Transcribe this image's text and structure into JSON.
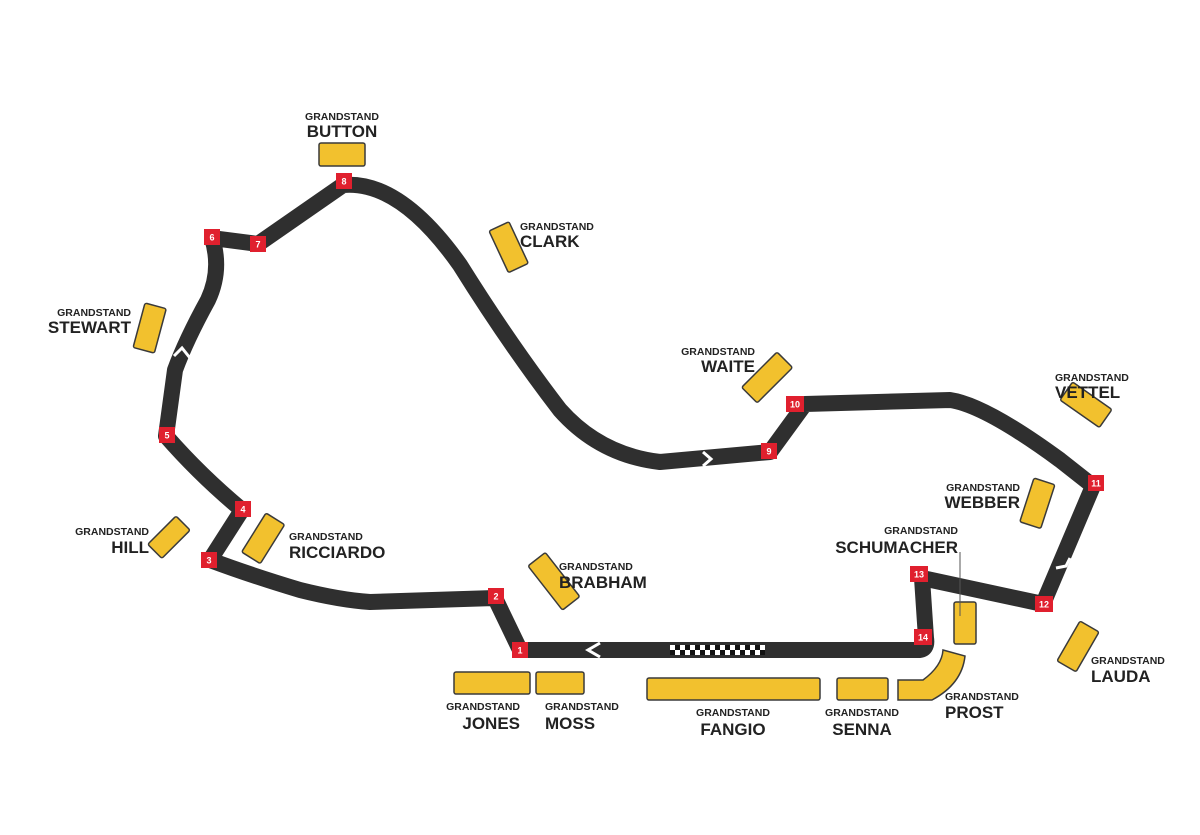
{
  "grandstand_kicker": "GRANDSTAND",
  "grandstands": [
    {
      "id": "button",
      "name": "BUTTON"
    },
    {
      "id": "clark",
      "name": "CLARK"
    },
    {
      "id": "stewart",
      "name": "STEWART"
    },
    {
      "id": "waite",
      "name": "WAITE"
    },
    {
      "id": "vettel",
      "name": "VETTEL"
    },
    {
      "id": "webber",
      "name": "WEBBER"
    },
    {
      "id": "hill",
      "name": "HILL"
    },
    {
      "id": "ricciardo",
      "name": "RICCIARDO"
    },
    {
      "id": "schumacher",
      "name": "SCHUMACHER"
    },
    {
      "id": "brabham",
      "name": "BRABHAM"
    },
    {
      "id": "lauda",
      "name": "LAUDA"
    },
    {
      "id": "jones",
      "name": "JONES"
    },
    {
      "id": "moss",
      "name": "MOSS"
    },
    {
      "id": "fangio",
      "name": "FANGIO"
    },
    {
      "id": "senna",
      "name": "SENNA"
    },
    {
      "id": "prost",
      "name": "PROST"
    }
  ],
  "turns": [
    "1",
    "2",
    "3",
    "4",
    "5",
    "6",
    "7",
    "8",
    "9",
    "10",
    "11",
    "12",
    "13",
    "14"
  ],
  "colors": {
    "track": "#2f2f2f",
    "grandstand": "#f2c12e",
    "turn_marker": "#e0202e",
    "chevron": "#ffffff",
    "text": "#222222"
  }
}
